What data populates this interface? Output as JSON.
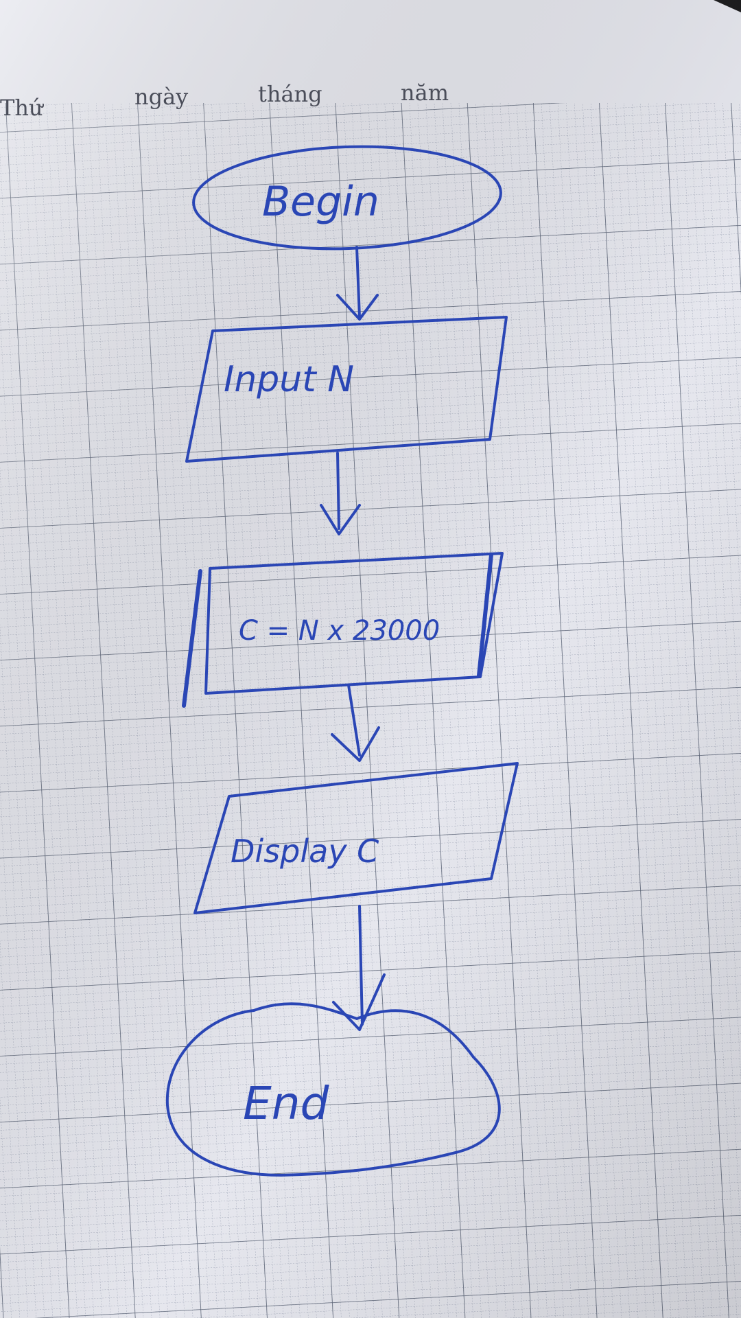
{
  "header": {
    "weekday_label": "Thứ",
    "day_label": "ngày",
    "month_label": "tháng",
    "year_label": "năm"
  },
  "flowchart": {
    "begin_label": "Begin",
    "input_label": "Input N",
    "process_label": "C = N x 23000",
    "display_label": "Display C",
    "end_label": "End"
  },
  "colors": {
    "paper": "#e6e7ee",
    "grid_major": "#5d6678",
    "grid_minor": "#a7adbd",
    "ink": "#2a46b5",
    "header_text": "#4a4d59"
  }
}
